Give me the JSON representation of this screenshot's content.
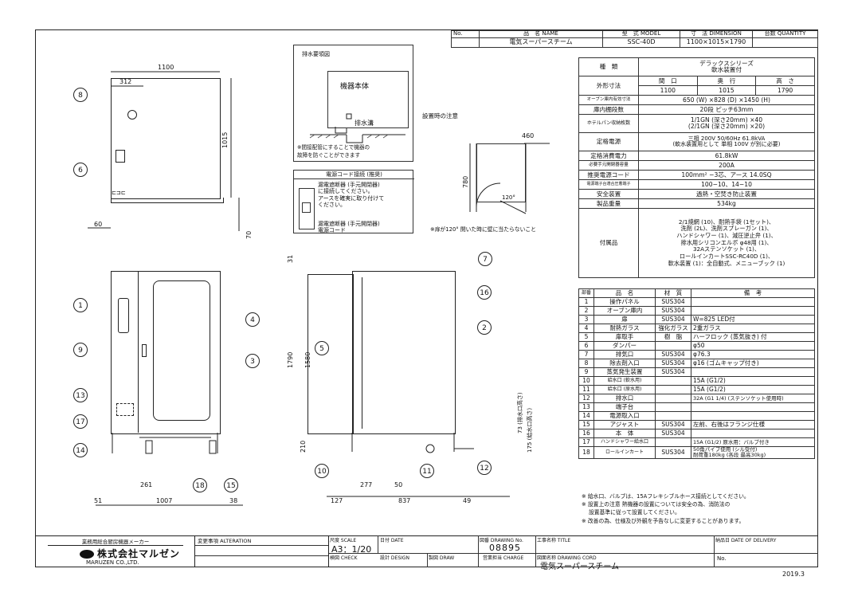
{
  "header": {
    "cols": [
      "No.",
      "品　名 NAME",
      "型　式 MODEL",
      "寸　法 DIMENSION",
      "台数 QUANTITY"
    ],
    "name": "電気スーパースチーム",
    "model": "SSC-40D",
    "dimension": "1100×1015×1790"
  },
  "spec": {
    "type_label": "種　類",
    "type_value_1": "デラックスシリーズ",
    "type_value_2": "軟水装置付",
    "size_label": "外形寸法",
    "size_cols": [
      "間　口",
      "奥　行",
      "高　さ"
    ],
    "size_vals": [
      "1100",
      "1015",
      "1790"
    ],
    "rows": [
      {
        "label": "オーブン庫内有効寸法",
        "value": "650 (W) ×828 (D) ×1450 (H)"
      },
      {
        "label": "庫内棚段数",
        "value": "20段 ピッチ63mm"
      },
      {
        "label": "ホテルパン収納枚数",
        "value": "1/1GN (深さ20mm) ×40\n(2/1GN (深さ20mm) ×20)"
      },
      {
        "label": "定格電源",
        "value": "三相 200V 50/60Hz 61.8kVA\n(軟水装置用として 単相 100V が別に必要)"
      },
      {
        "label": "定格消費電力",
        "value": "61.8kW"
      },
      {
        "label": "必要手元開閉器容量",
        "value": "200A"
      },
      {
        "label": "推奨電源コード",
        "value": "100mm² −3芯、アース 14.0SQ"
      },
      {
        "label": "電源端子台適合圧着端子",
        "value": "100−10、14−10"
      },
      {
        "label": "安全装置",
        "value": "過熱・空焚き防止装置"
      },
      {
        "label": "製品重量",
        "value": "534kg"
      }
    ],
    "acc_label": "付属品",
    "acc_lines": [
      "2/1焼網 (10)、耐熱手袋 (1セット)、",
      "洗剤 (2L)、洗剤スプレーガン (1)、",
      "ハンドシャワー (1)、減圧逆止弁 (1)、",
      "排水用シリコンエルボ φ48用 (1)、",
      "32Aステンソケット (1)、",
      "ロールインカートSSC-RC40D (1)、",
      "軟水装置 (1)：全自動式、メニューブック (1)"
    ]
  },
  "parts": {
    "cols": [
      "部番",
      "品　名",
      "材　質",
      "備　考"
    ],
    "rows": [
      [
        "1",
        "操作パネル",
        "SUS304",
        ""
      ],
      [
        "2",
        "オーブン庫内",
        "SUS304",
        ""
      ],
      [
        "3",
        "扉",
        "SUS304",
        "W=825 LED付"
      ],
      [
        "4",
        "耐熱ガラス",
        "強化ガラス",
        "2重ガラス"
      ],
      [
        "5",
        "扉取手",
        "樹　脂",
        "ハーフロック (蒸気抜き) 付"
      ],
      [
        "6",
        "ダンパー",
        "",
        "φ50"
      ],
      [
        "7",
        "排気口",
        "SUS304",
        "φ76.3"
      ],
      [
        "8",
        "除去剤入口",
        "SUS304",
        "φ16 (ゴムキャップ付き)"
      ],
      [
        "9",
        "蒸気発生装置",
        "SUS304",
        ""
      ],
      [
        "10",
        "給水口 (軟水用)",
        "",
        "15A (G1/2)"
      ],
      [
        "11",
        "給水口 (原水用)",
        "",
        "15A (G1/2)"
      ],
      [
        "12",
        "排水口",
        "",
        "32A (G1 1/4) (ステンソケット使用時)"
      ],
      [
        "13",
        "端子台",
        "",
        ""
      ],
      [
        "14",
        "電源取入口",
        "",
        ""
      ],
      [
        "15",
        "アジャスト",
        "SUS304",
        "左前、右後はフランジ仕様"
      ],
      [
        "16",
        "本　体",
        "SUS304",
        ""
      ],
      [
        "17",
        "ハンドシャワー給水口",
        "",
        "15A (G1/2) 原水用：バルブ付き"
      ],
      [
        "18",
        "ロールインカート",
        "SUS304",
        "50角パイプ使用 (シル受付)\n耐荷重180kg (各段 最高30kg)"
      ]
    ]
  },
  "notes": [
    "※ 給水口、バルブは、15Aフレキシブルホース接続としてください。",
    "※ 設置上の注意 熱機器の設置については安全の為、消防法の",
    "　 設置基準に従って設置してください。",
    "※ 改善の為、仕様及び外観を予告なしに変更することがあります。"
  ],
  "drain": {
    "title": "排水要領図",
    "body_label": "機器本体",
    "gutter_label": "排水溝",
    "note": "※間接配管にすることで機器の\n故障を防ぐことができます"
  },
  "cord": {
    "title": "電源コード接続 (推奨)",
    "text": "漏電遮断器 (手元開閉器)\nに接続してください。\nアースを確実に取り付けて\nください。",
    "breaker": "漏電遮断器 (手元開閉器)",
    "cord_label": "電源コード"
  },
  "install": {
    "title": "設置時の注意",
    "dim460": "460",
    "dim780": "780",
    "angle": "120°",
    "note": "※扉が120° 開いた時に壁に当たらないこと"
  },
  "dims": {
    "top_w": "1100",
    "top_312": "312",
    "top_1015": "1015",
    "top_60": "60",
    "top_70": "70",
    "front_1790": "1790",
    "front_1580": "1580",
    "front_31": "31",
    "front_210": "210",
    "front_261": "261",
    "front_51": "51",
    "front_1007": "1007",
    "front_38": "38",
    "side_277": "277",
    "side_50": "50",
    "side_127": "127",
    "side_837": "837",
    "side_49": "49",
    "side_73": "73 (排水口高さ)",
    "side_175": "175 (給水口高さ)"
  },
  "footer": {
    "maker_label": "業務用総合厨房機器メーカー",
    "company": "株式会社マルゼン",
    "company_en": "MARUZEN CO.,LTD.",
    "alteration": "変更事項 ALTERATION",
    "scale_label": "尺度 SCALE",
    "scale": "A3：1/20",
    "date_label": "日付 DATE",
    "drawing_label": "図番 DRAWING No.",
    "drawing_no": "08895",
    "title_label": "工事名称 TITLE",
    "delivery_label": "納品日 DATE OF DELIVERY",
    "check": "検図 CHECK",
    "design": "設計 DESIGN",
    "draw": "製図 DRAW",
    "charge": "営業担当 CHARGE",
    "cord_label": "図面名称 DRAWING CORD",
    "cord_name": "電気スーパースチーム",
    "no_label": "No.",
    "year": "2019.3"
  }
}
